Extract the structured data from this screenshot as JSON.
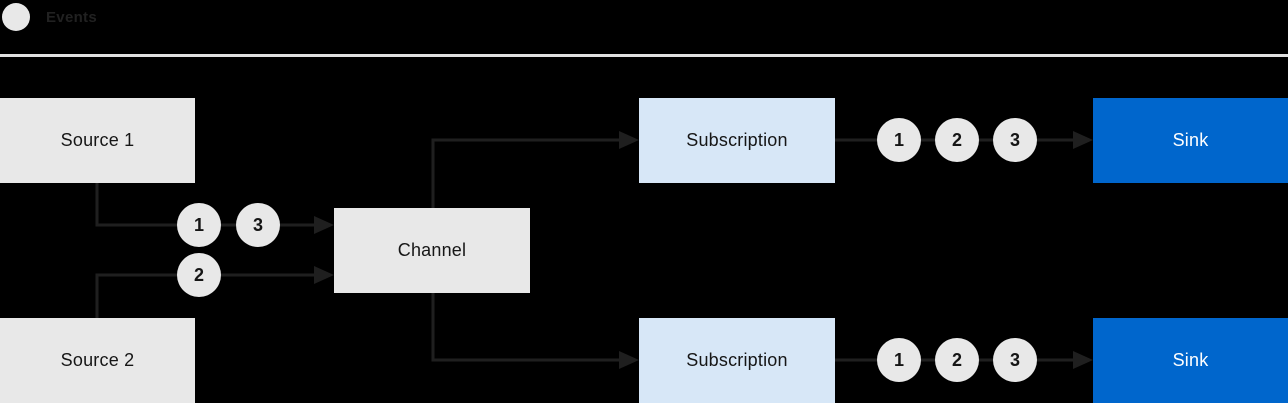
{
  "legend": {
    "label": "Events"
  },
  "nodes": {
    "source1": {
      "label": "Source 1"
    },
    "source2": {
      "label": "Source 2"
    },
    "channel": {
      "label": "Channel"
    },
    "subscription_top": {
      "label": "Subscription"
    },
    "subscription_bottom": {
      "label": "Subscription"
    },
    "sink_top": {
      "label": "Sink"
    },
    "sink_bottom": {
      "label": "Sink"
    }
  },
  "flows": {
    "source1_to_channel": {
      "events": [
        "1",
        "3"
      ]
    },
    "source2_to_channel": {
      "events": [
        "2"
      ]
    },
    "subscription_top_to_sink": {
      "events": [
        "1",
        "2",
        "3"
      ]
    },
    "subscription_bottom_to_sink": {
      "events": [
        "1",
        "2",
        "3"
      ]
    }
  },
  "colors": {
    "background": "#000000",
    "node_gray": "#e8e8e8",
    "node_light_blue": "#d7e7f7",
    "node_blue": "#0066cc",
    "connector": "#1f1f1f",
    "divider": "#e0e0e0",
    "text_dark": "#161616",
    "text_light": "#ffffff"
  }
}
